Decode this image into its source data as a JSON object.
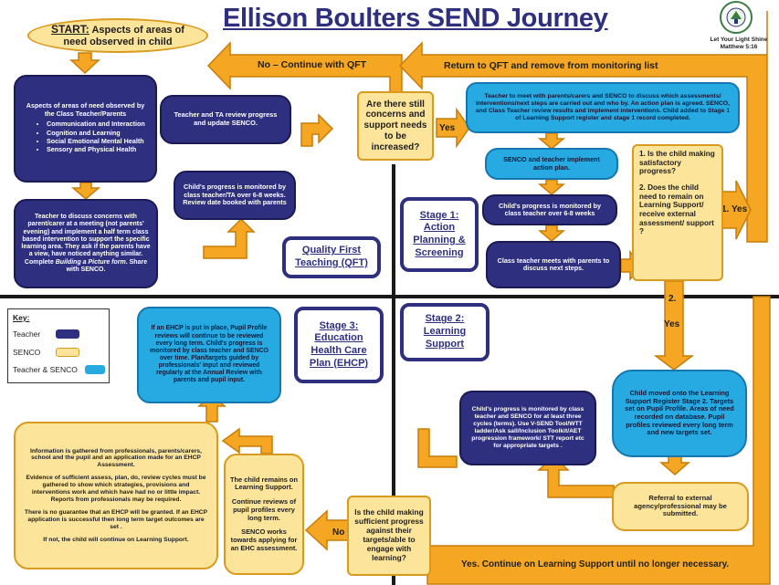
{
  "title": "Ellison Boulters SEND Journey",
  "logo": {
    "motto_line1": "Let Your Light Shine",
    "motto_line2": "Matthew 5:16"
  },
  "colors": {
    "teacher": "#2e2f7f",
    "senco": "#fce49a",
    "teacher_senco": "#27a9e1",
    "arrow": "#f5a623",
    "arrow_stroke": "#c77d0a",
    "title": "#2e2f7f"
  },
  "start": {
    "label": "START:",
    "text": "Aspects of areas of need observed in child"
  },
  "aspects": {
    "heading": "Aspects of areas of need observed by the Class Teacher/Parents",
    "items": [
      "Communication and Interaction",
      "Cognition and Learning",
      "Social Emotional Mental Health",
      "Sensory and Physical Health"
    ]
  },
  "discuss": {
    "text_before": "Teacher to discuss concerns with parent/carer at a meeting (not parents' evening) and implement a half term class based intervention to support the specific learning area. They ask if the parents have a view, have noticed anything similar. Complete ",
    "text_italic": "Building a Picture form",
    "text_after": ". Share with SENCO."
  },
  "monitored_qft": "Child's progress is monitored by class teacher/TA over 6-8 weeks. Review date booked with parents",
  "review_senco": "Teacher and TA review progress and update SENCO.",
  "decision1": "Are there still concerns and support needs to be increased?",
  "arrows": {
    "no_continue_qft": "No – Continue with QFT",
    "return_qft": "Return to QFT and remove from monitoring list",
    "yes": "Yes",
    "one_yes": "1. Yes",
    "two": "2.",
    "yes2": "Yes",
    "no": "No",
    "yes_continue": "Yes. Continue on Learning Support until no longer necessary."
  },
  "stage1_meet": "Teacher to meet with parents/carers and SENCO to discuss which assessments/ interventions/next steps are carried out and who by. An action plan is agreed. SENCO, and Class Teacher review results and implement interventions. Child added to Stage 1 of Learning Support register and stage 1 record completed.",
  "senco_implement": "SENCO and teacher implement action plan.",
  "monitored_s1": "Child's progress is monitored by class teacher over 6-8 weeks",
  "meets_parents": "Class teacher meets with parents to discuss next steps.",
  "decision2": [
    "1. Is the child making satisfactory progress?",
    "2. Does the child need to remain on Learning Support/ receive external assessment/ support ?"
  ],
  "stages": {
    "qft": [
      "Quality First",
      "Teaching (QFT)"
    ],
    "s1": [
      "Stage 1:",
      "Action",
      "Planning &",
      "Screening"
    ],
    "s2": [
      "Stage 2:",
      "Learning",
      "Support"
    ],
    "s3": [
      "Stage 3:",
      "Education",
      "Health Care",
      "Plan (EHCP)"
    ]
  },
  "key": {
    "title": "Key:",
    "teacher": "Teacher",
    "senco": "SENCO",
    "both": "Teacher & SENCO"
  },
  "ehcp_in_place": "If an EHCP is put in place, Pupil Profile reviews will continue to be reviewed every long term. Child's progress is monitored by class teacher and SENCO over time. Plan/targets guided by professionals' input and reviewed regularly at the Annual Review with parents and pupil input.",
  "stage2_moved": "Child moved onto the Learning Support Register Stage 2. Targets set on Pupil Profile. Areas of need recorded on database. Pupil profiles reviewed every long term and new targets set.",
  "monitored_s2": "Child's progress is monitored by class teacher and SENCO for at least three cycles (terms). Use V-SEND Tool/WTT ladder/Ask sall/Inclusion Toolkit/AET progression framework/ STT report etc for appropriate targets .",
  "referral": "Referral to external agency/professional may be submitted.",
  "decision3": "Is the child making sufficient progress against their targets/able to engage with learning?",
  "remains": [
    "The child remains on Learning Support.",
    "Continue reviews of pupil profiles every long term.",
    "SENCO works towards applying for an EHC assessment."
  ],
  "info_gathered": [
    "Information is gathered from professionals, parents/carers, school and the pupil and an application made for an EHCP Assessment.",
    "Evidence of sufficient assess, plan, do, review cycles must be gathered to show which strategies, provisions and interventions work and which have had no or little impact. Reports from professionals may be required.",
    "There is no guarantee that an EHCP will be granted. If an EHCP application is successful then long term target outcomes are set .",
    "If not, the child will continue on Learning Support."
  ]
}
